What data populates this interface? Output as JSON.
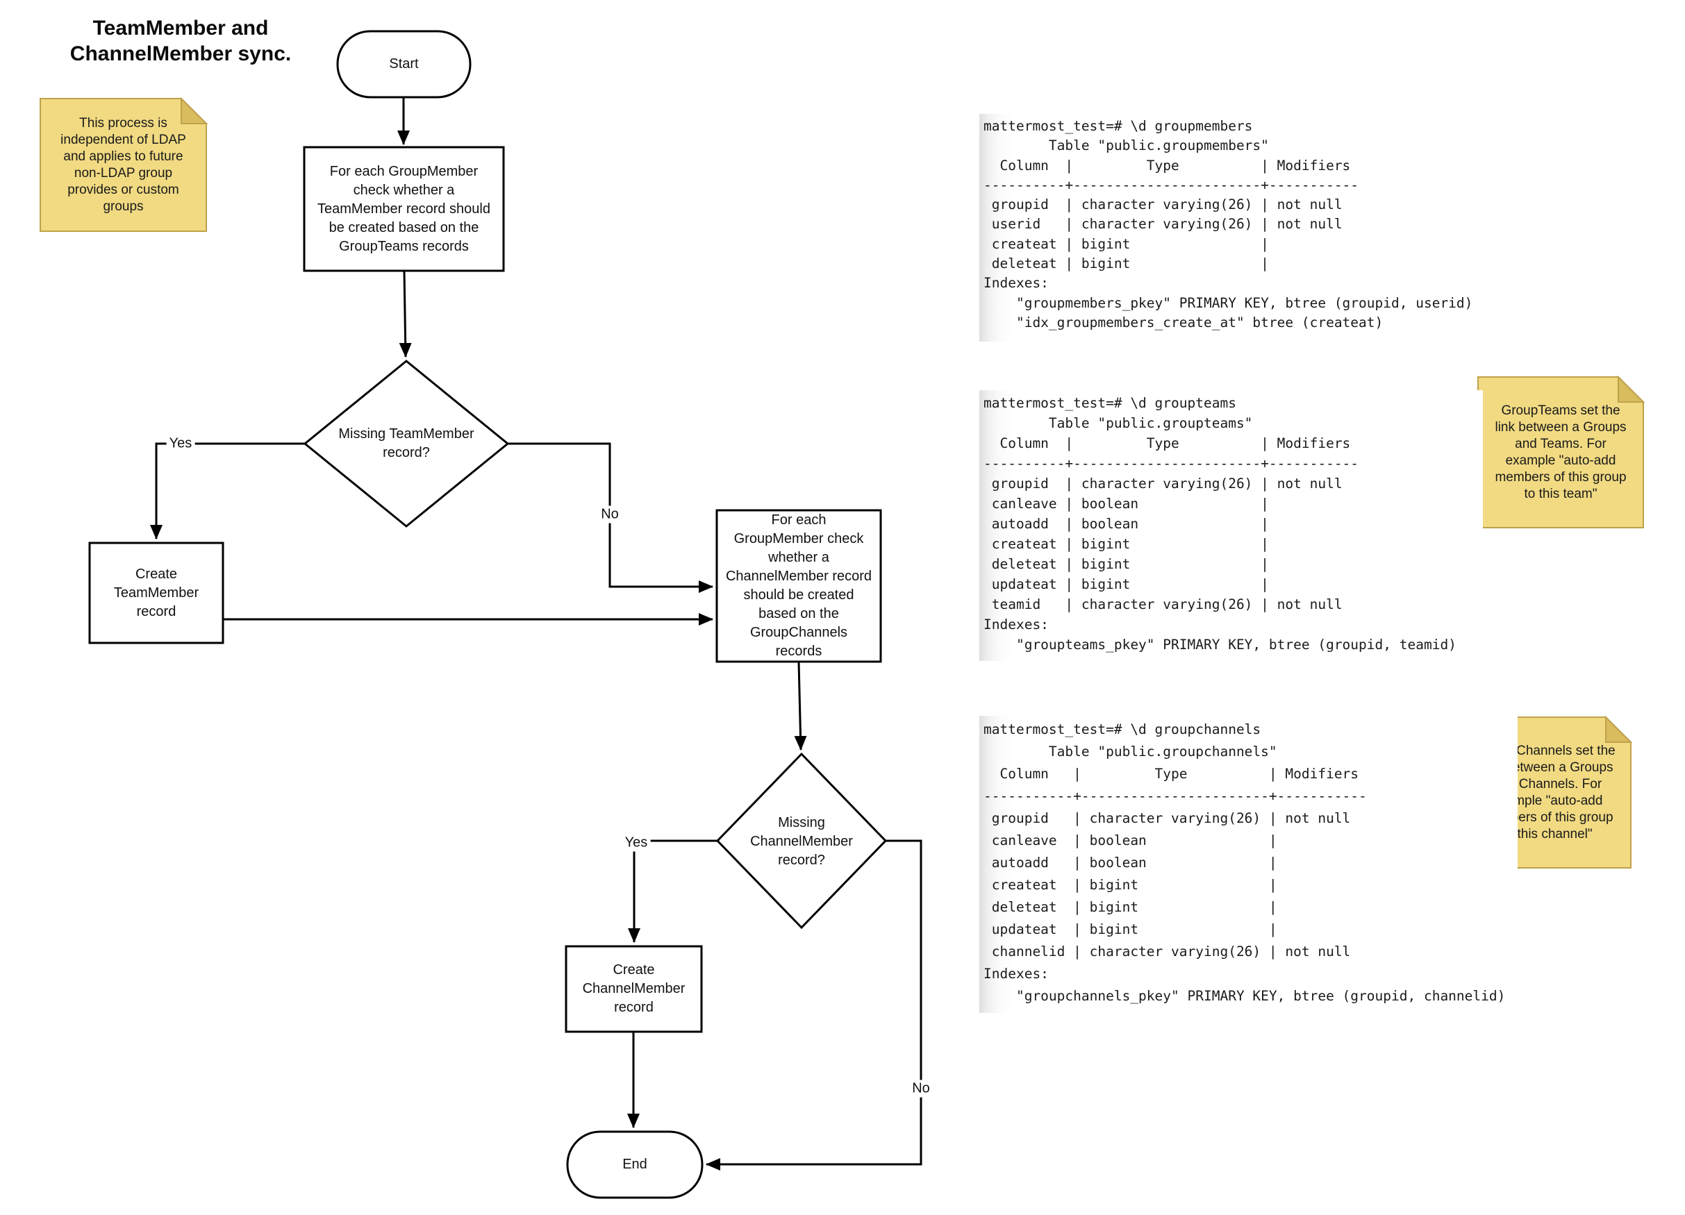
{
  "title": "TeamMember and\nChannelMember sync.",
  "colors": {
    "note_fill": "#F1DA82",
    "note_fold": "#D8BC5E",
    "note_border": "#BFA14B",
    "line": "#000000"
  },
  "notes": {
    "ldap": "This process is\nindependent of LDAP\nand applies to future\nnon-LDAP group\nprovides or custom\ngroups",
    "groupteams": "GroupTeams set the\nlink between a Groups\nand Teams. For\nexample \"auto-add\nmembers of this group\nto this team\"",
    "groupchannels": "GroupChannels set the\nlink between a Groups\nand Channels. For\nexample \"auto-add\nmembers of this group\nto this channel\""
  },
  "flowchart": {
    "start": "Start",
    "process_team": "For each GroupMember\ncheck whether a\nTeamMember record should\nbe created based on the\nGroupTeams records",
    "decision_team": "Missing TeamMember\nrecord?",
    "create_team": "Create\nTeamMember\nrecord",
    "process_channel": "For each\nGroupMember check\nwhether a\nChannelMember record\nshould be created\nbased on the\nGroupChannels\nrecords",
    "decision_channel": "Missing\nChannelMember\nrecord?",
    "create_channel": "Create\nChannelMember\nrecord",
    "end": "End",
    "labels": {
      "yes1": "Yes",
      "no1": "No",
      "yes2": "Yes",
      "no2": "No"
    }
  },
  "terminals": {
    "groupmembers": "mattermost_test=# \\d groupmembers\n        Table \"public.groupmembers\"\n  Column  |         Type          | Modifiers\n----------+-----------------------+-----------\n groupid  | character varying(26) | not null\n userid   | character varying(26) | not null\n createat | bigint                |\n deleteat | bigint                |\nIndexes:\n    \"groupmembers_pkey\" PRIMARY KEY, btree (groupid, userid)\n    \"idx_groupmembers_create_at\" btree (createat)",
    "groupteams": "mattermost_test=# \\d groupteams\n        Table \"public.groupteams\"\n  Column  |         Type          | Modifiers\n----------+-----------------------+-----------\n groupid  | character varying(26) | not null\n canleave | boolean               |\n autoadd  | boolean               |\n createat | bigint                |\n deleteat | bigint                |\n updateat | bigint                |\n teamid   | character varying(26) | not null\nIndexes:\n    \"groupteams_pkey\" PRIMARY KEY, btree (groupid, teamid)",
    "groupchannels": "mattermost_test=# \\d groupchannels\n        Table \"public.groupchannels\"\n  Column   |         Type          | Modifiers\n-----------+-----------------------+-----------\n groupid   | character varying(26) | not null\n canleave  | boolean               |\n autoadd   | boolean               |\n createat  | bigint                |\n deleteat  | bigint                |\n updateat  | bigint                |\n channelid | character varying(26) | not null\nIndexes:\n    \"groupchannels_pkey\" PRIMARY KEY, btree (groupid, channelid)"
  }
}
